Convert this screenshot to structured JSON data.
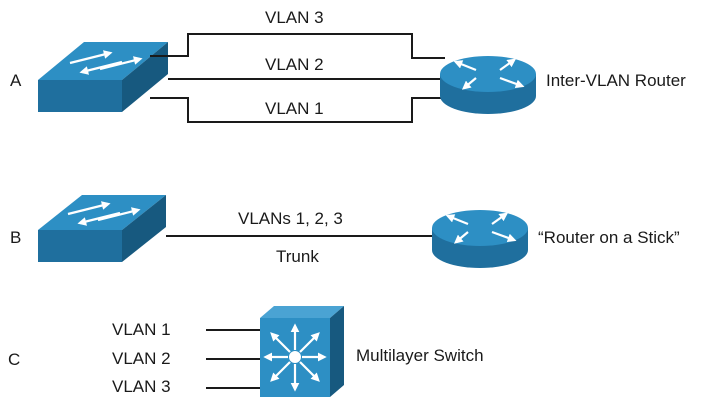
{
  "rows": {
    "a": {
      "letter": "A",
      "vlan_top": "VLAN 3",
      "vlan_mid": "VLAN 2",
      "vlan_bottom": "VLAN 1",
      "router_label": "Inter-VLAN Router"
    },
    "b": {
      "letter": "B",
      "link_label": "VLANs 1, 2, 3",
      "link_sublabel": "Trunk",
      "router_label": "“Router on a Stick”"
    },
    "c": {
      "letter": "C",
      "vlans": [
        "VLAN 1",
        "VLAN 2",
        "VLAN 3"
      ],
      "switch_label": "Multilayer Switch"
    }
  },
  "colors": {
    "device_top": "#2d8fc4",
    "device_side": "#1f6f9e",
    "device_bottom": "#17597f",
    "line": "#1a1a1a",
    "text": "#1a1a1a"
  },
  "icons": [
    "switch-icon",
    "router-icon",
    "multilayer-switch-icon"
  ]
}
